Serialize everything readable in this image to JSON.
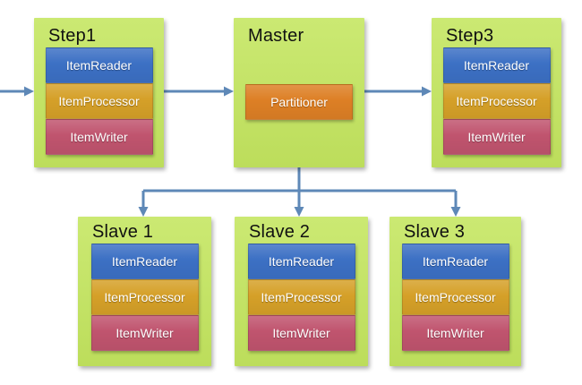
{
  "colors": {
    "container_fill": "#c4e65f",
    "reader_fill": "#3c70c4",
    "processor_fill": "#d5a028",
    "writer_fill": "#c0546e",
    "partitioner_fill": "#dd7f25",
    "connector": "#5e88b7",
    "title_text": "#111111",
    "component_text": "#ffffff"
  },
  "diagram": {
    "nodes": {
      "step1": {
        "title": "Step1",
        "components": [
          "ItemReader",
          "ItemProcessor",
          "ItemWriter"
        ]
      },
      "master": {
        "title": "Master",
        "components": [
          "Partitioner"
        ]
      },
      "step3": {
        "title": "Step3",
        "components": [
          "ItemReader",
          "ItemProcessor",
          "ItemWriter"
        ]
      },
      "slave1": {
        "title": "Slave 1",
        "components": [
          "ItemReader",
          "ItemProcessor",
          "ItemWriter"
        ]
      },
      "slave2": {
        "title": "Slave 2",
        "components": [
          "ItemReader",
          "ItemProcessor",
          "ItemWriter"
        ]
      },
      "slave3": {
        "title": "Slave 3",
        "components": [
          "ItemReader",
          "ItemProcessor",
          "ItemWriter"
        ]
      }
    }
  }
}
